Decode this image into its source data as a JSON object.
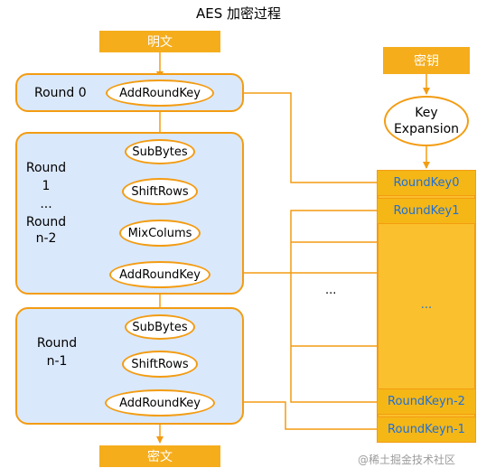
{
  "title": "AES 加密过程",
  "plaintext": "明文",
  "ciphertext": "密文",
  "key": "密钥",
  "key_expansion": [
    "Key",
    "Expansion"
  ],
  "round0": {
    "label": "Round 0",
    "step": "AddRoundKey"
  },
  "rounds_mid": {
    "label_lines": [
      "Round",
      "1",
      "...",
      "Round",
      "n-2"
    ],
    "steps": [
      "SubBytes",
      "ShiftRows",
      "MixColums",
      "AddRoundKey"
    ]
  },
  "round_last": {
    "label_lines": [
      "Round",
      "n-1"
    ],
    "steps": [
      "SubBytes",
      "ShiftRows",
      "AddRoundKey"
    ]
  },
  "round_keys": [
    "RoundKey0",
    "RoundKey1",
    "...",
    "RoundKeyn-2",
    "RoundKeyn-1"
  ],
  "ellipsis_mid": "...",
  "watermark": "@稀土掘金技术社区",
  "colors": {
    "orange": "#f39c12",
    "panel": "#dae8fc",
    "key_text": "#1f6fd6"
  }
}
